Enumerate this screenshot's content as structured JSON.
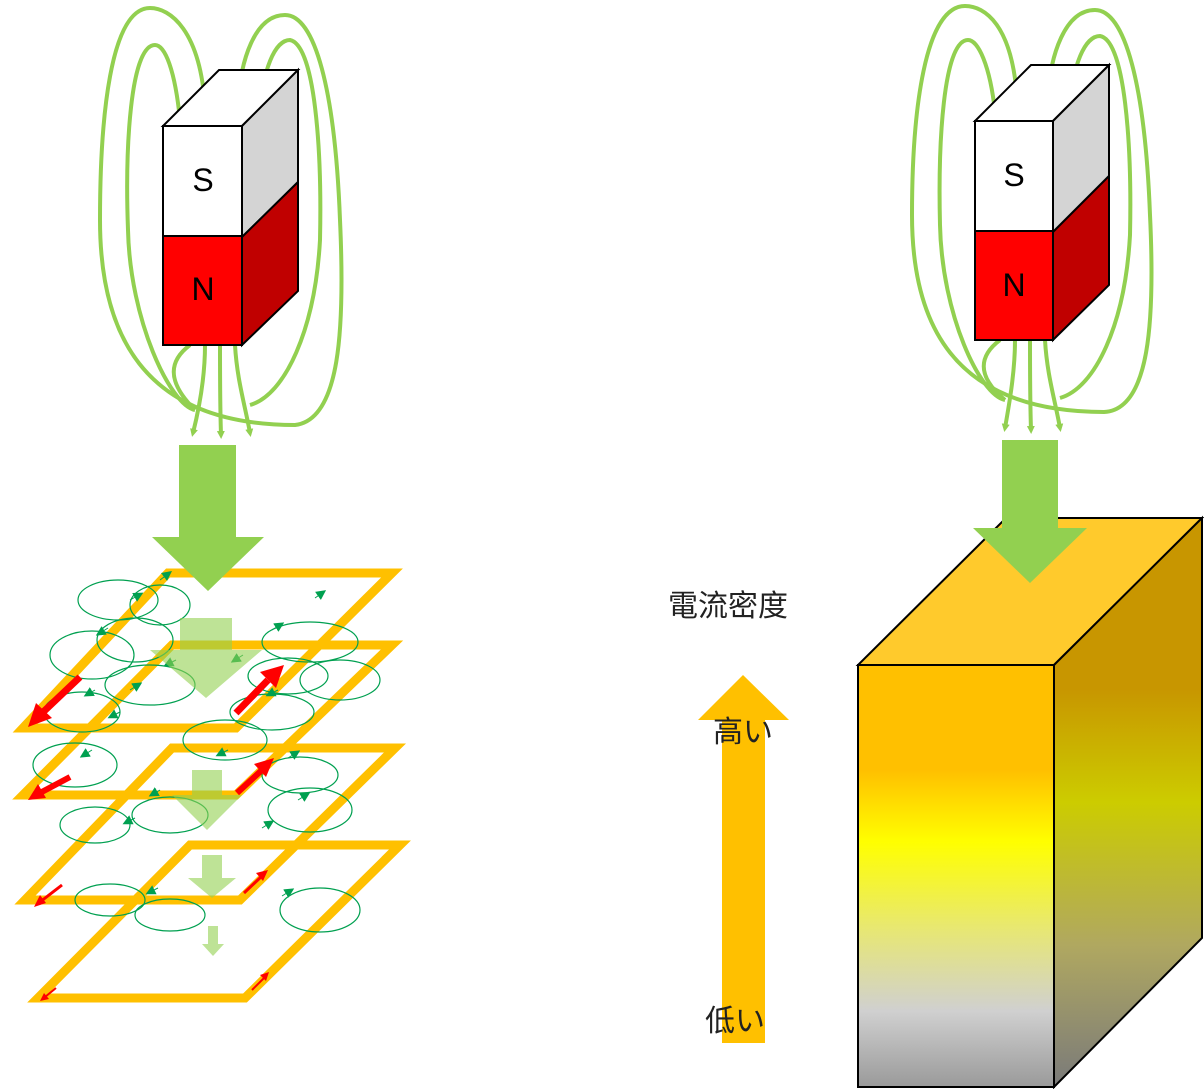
{
  "left_magnet": {
    "top_label": "S",
    "bottom_label": "N"
  },
  "right_magnet": {
    "top_label": "S",
    "bottom_label": "N"
  },
  "legend": {
    "title": "電流密度",
    "high_label": "高い",
    "low_label": "低い"
  },
  "colors": {
    "field": "#92D050",
    "magnet_north": "#FF0000",
    "magnet_south": "#FFFFFF",
    "loop": "#FFC000",
    "current_arrow": "#FF0000",
    "eddy_arrow": "#00A050"
  }
}
